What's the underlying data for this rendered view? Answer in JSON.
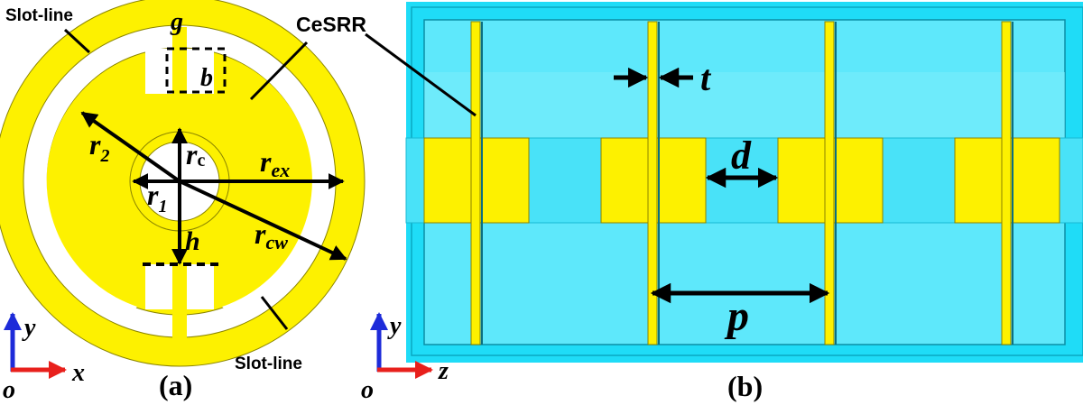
{
  "panel_a": {
    "caption": "(a)",
    "slot_line_top": "Slot-line",
    "slot_line_bottom": "Slot-line",
    "cesrr": "CeSRR",
    "g": "g",
    "b": "b",
    "r2": "r",
    "r2_sub": "2",
    "rc": "r",
    "rc_sub": "c",
    "rex": "r",
    "rex_sub": "ex",
    "r1": "r",
    "r1_sub": "1",
    "h": "h",
    "rcw": "r",
    "rcw_sub": "cw",
    "axis_y": "y",
    "axis_x": "x",
    "axis_o": "o"
  },
  "panel_b": {
    "caption": "(b)",
    "t": "t",
    "d": "d",
    "p": "p",
    "axis_y": "y",
    "axis_z": "z",
    "axis_o": "o"
  },
  "colors": {
    "metal": "#fdf100",
    "dielectric": "#1fdcf7",
    "dielectric_light": "#5ee8fb",
    "axis_vertical": "#1d2bd9",
    "axis_horizontal": "#e8201c"
  }
}
